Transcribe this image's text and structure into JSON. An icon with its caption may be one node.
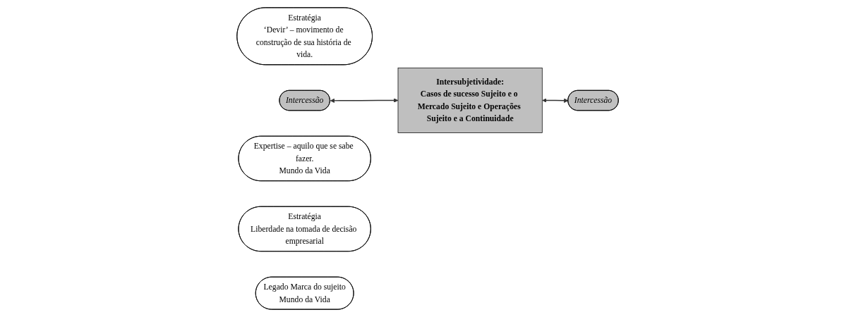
{
  "diagram": {
    "nodes": [
      {
        "text": [
          "Estratégia",
          "‘Devir’ – movimento de construção de sua história de vida."
        ]
      },
      {
        "text": [
          "Intercessão"
        ]
      },
      {
        "text": [
          "Expertise – aquilo que se sabe fazer.",
          "Mundo da Vida"
        ]
      },
      {
        "text": [
          "Intersubjetividade:",
          "Casos de sucesso Sujeito e o Mercado Sujeito e Operações Sujeito e a Continuidade"
        ]
      },
      {
        "text": [
          "Estratégia",
          "Liberdade na tomada de decisão empresarial"
        ]
      },
      {
        "text": [
          "Intercessão"
        ]
      },
      {
        "text": [
          "Legado Marca do sujeito",
          "Mundo da Vida"
        ]
      }
    ],
    "edges": [
      {
        "from": 1,
        "to": 3,
        "arrow": "both"
      },
      {
        "from": 3,
        "to": 5,
        "arrow": "both"
      }
    ]
  }
}
